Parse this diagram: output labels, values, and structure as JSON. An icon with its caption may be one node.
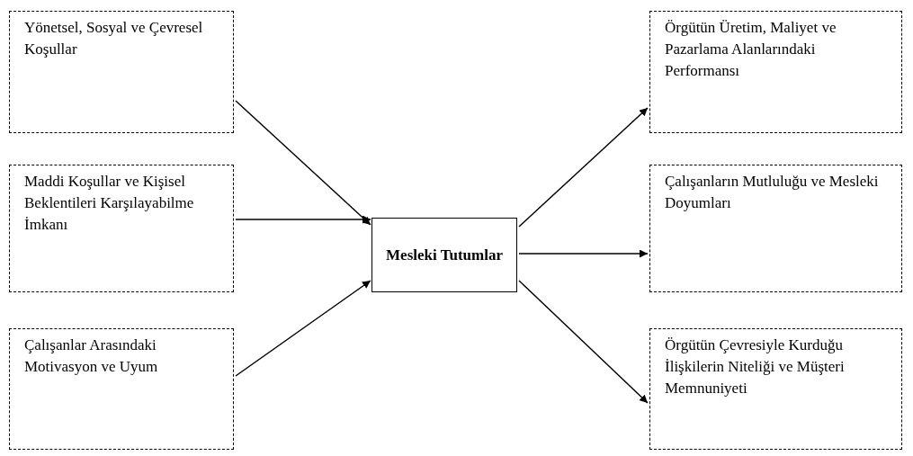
{
  "diagram": {
    "nodes": [
      {
        "text": [
          "Yönetsel, Sosyal ve Çevresel Koşullar"
        ]
      },
      {
        "text": [
          "Maddi Koşullar ve Kişisel Beklentileri Karşılayabilme İmkanı"
        ]
      },
      {
        "text": [
          "Çalışanlar Arasındaki Motivasyon ve Uyum"
        ]
      },
      {
        "text": [
          "Mesleki Tutumlar"
        ]
      },
      {
        "text": [
          "Örgütün Üretim, Maliyet ve Pazarlama Alanlarındaki Performansı"
        ]
      },
      {
        "text": [
          "Çalışanların Mutluluğu ve Mesleki Doyumları"
        ]
      },
      {
        "text": [
          "Örgütün Çevresiyle Kurduğu İlişkilerin Niteliği ve Müşteri Memnuniyeti"
        ]
      }
    ],
    "edges": [
      {
        "from": 0,
        "to": 3,
        "arrow": "to"
      },
      {
        "from": 1,
        "to": 3,
        "arrow": "to"
      },
      {
        "from": 2,
        "to": 3,
        "arrow": "to"
      },
      {
        "from": 3,
        "to": 4,
        "arrow": "to"
      },
      {
        "from": 3,
        "to": 5,
        "arrow": "to"
      },
      {
        "from": 3,
        "to": 6,
        "arrow": "to"
      }
    ]
  }
}
